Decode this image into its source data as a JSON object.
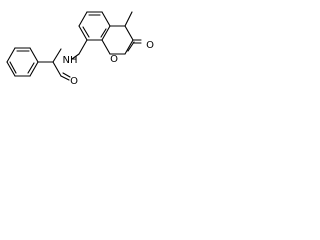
{
  "molecule": {
    "atoms": {
      "amide_n": "NH",
      "amide_o": "O",
      "ring_o": "O",
      "carbonyl_o": "O"
    }
  }
}
